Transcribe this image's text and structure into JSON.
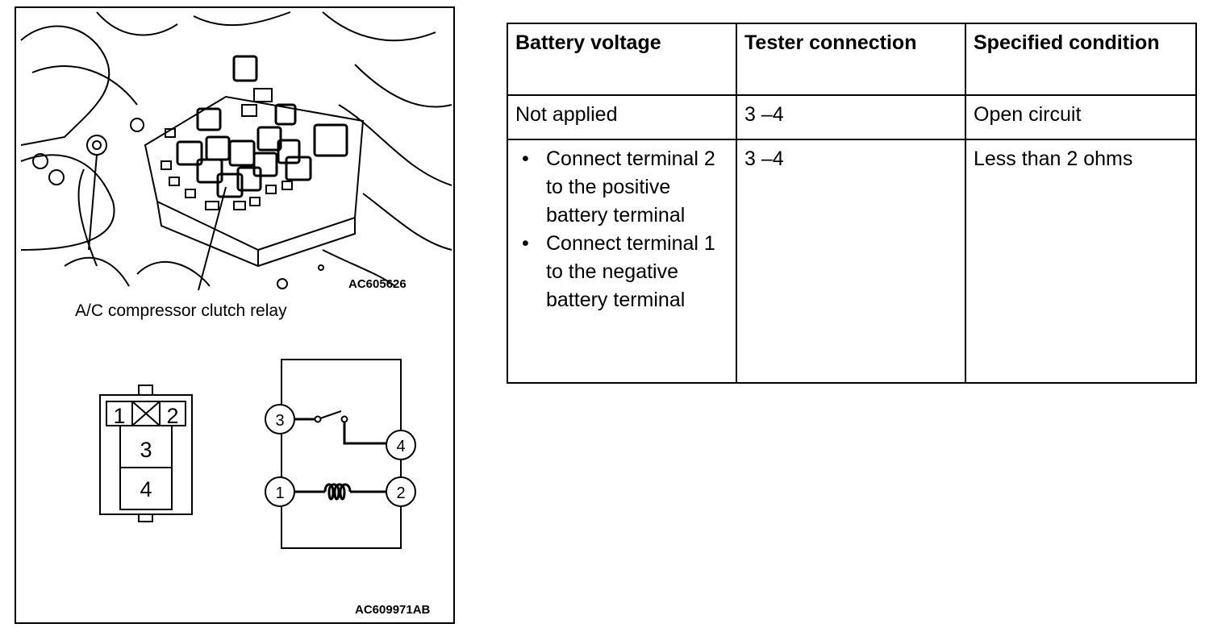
{
  "figure": {
    "code_top": "AC605626",
    "callout": "A/C compressor clutch relay",
    "code_bottom": "AC609971AB",
    "connector": {
      "pin1": "1",
      "pin2": "2",
      "pin3": "3",
      "pin4": "4"
    },
    "schematic": {
      "t1": "1",
      "t2": "2",
      "t3": "3",
      "t4": "4"
    }
  },
  "table": {
    "headers": [
      "Battery voltage",
      "Tester connection",
      "Specified condition"
    ],
    "rows": [
      {
        "voltage": "Not applied",
        "connection": "3 –4",
        "condition": "Open circuit"
      },
      {
        "voltage_items": [
          "Connect terminal 2 to the positive battery terminal",
          "Connect terminal 1 to the negative battery terminal"
        ],
        "connection": "3 –4",
        "condition": "Less than 2 ohms"
      }
    ]
  }
}
